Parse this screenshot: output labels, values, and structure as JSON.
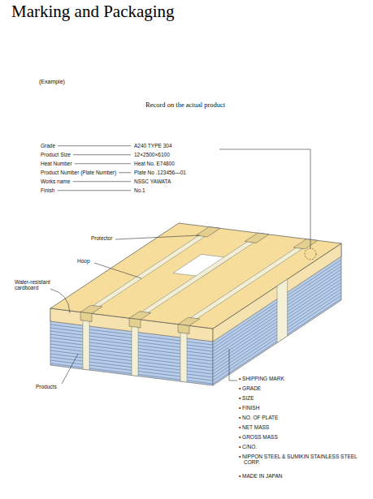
{
  "diagram": {
    "title": "Marking and Packaging",
    "labels": [
      "(Example)",
      "Record on the actual product",
      "Grade",
      "A240 TYPE 304",
      "Product Size",
      "12×2500×6100",
      "Heat Number",
      "Heat No. E74800",
      "Product Number (Plate Number)",
      "Plate No .123456—01",
      "Works name",
      "NSSC YAWATA",
      "Finish",
      "No.1",
      "Protector",
      "Hoop",
      "Water-resistant cardboard",
      "Products",
      "• SHIPPING MARK",
      "• GRADE",
      "• SIZE",
      "• FINISH",
      "• NO. OF PLATE",
      "• NET MASS",
      "• GROSS MASS",
      "• C/NO.",
      "• NIPPON STEEL & SUMIKIN STAINLESS STEEL CORP.",
      "• MADE IN JAPAN"
    ]
  }
}
